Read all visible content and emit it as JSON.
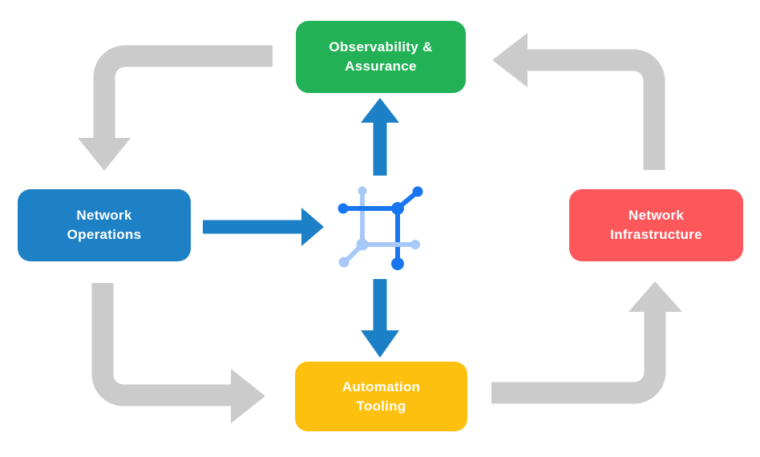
{
  "diagram": {
    "name": "network-automation-lifecycle-diagram",
    "background": "#ffffff"
  },
  "nodes": {
    "observability": {
      "lines": [
        "Observability &",
        "Assurance"
      ]
    },
    "operations": {
      "lines": [
        "Network",
        "Operations"
      ]
    },
    "infrastructure": {
      "lines": [
        "Network",
        "Infrastructure"
      ]
    },
    "automation": {
      "lines": [
        "Automation",
        "Tooling"
      ]
    }
  },
  "icon": {
    "name": "network-platform-icon"
  },
  "flows": {
    "outer": [
      {
        "from": "Observability & Assurance",
        "to": "Network Operations"
      },
      {
        "from": "Network Operations",
        "to": "Automation Tooling"
      },
      {
        "from": "Automation Tooling",
        "to": "Network Infrastructure"
      },
      {
        "from": "Network Infrastructure",
        "to": "Observability & Assurance"
      }
    ],
    "inner": [
      {
        "from": "Network Operations",
        "to": "network-platform-icon"
      },
      {
        "from": "network-platform-icon",
        "to": "Observability & Assurance"
      },
      {
        "from": "network-platform-icon",
        "to": "Automation Tooling"
      }
    ]
  },
  "colors": {
    "observability": "#23B156",
    "operations": "#1E81C5",
    "infrastructure": "#FC585C",
    "automation": "#FEC00F",
    "flow_arrow": "#CBCBCB",
    "data_arrow": "#1C80C6",
    "icon_dark": "#1877F0",
    "icon_light": "#A8C9F7",
    "label_text": "#FFFFFF"
  }
}
